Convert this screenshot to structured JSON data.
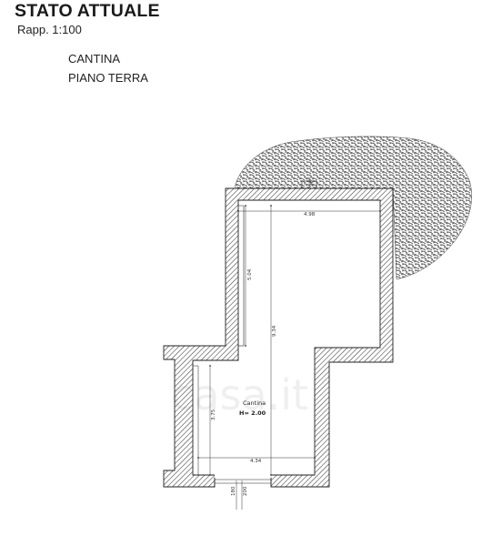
{
  "header": {
    "title": "STATO ATTUALE",
    "scale": "Rapp. 1:100",
    "subtitle_line1": "CANTINA",
    "subtitle_line2": "PIANO TERRA"
  },
  "plan": {
    "room_name": "Cantina",
    "room_height": "H= 2.00",
    "dimensions": {
      "top_width": "4.98",
      "upper_depth": "5.04",
      "total_depth": "9.34",
      "lower_depth": "3.75",
      "bottom_width": "4.34",
      "door_a": "180",
      "door_b": "200",
      "vent": "20"
    },
    "watermark": "casa.it",
    "colors": {
      "wall_hatch": "#3a3a3a",
      "terrain": "#555555",
      "lines": "#222222"
    }
  }
}
